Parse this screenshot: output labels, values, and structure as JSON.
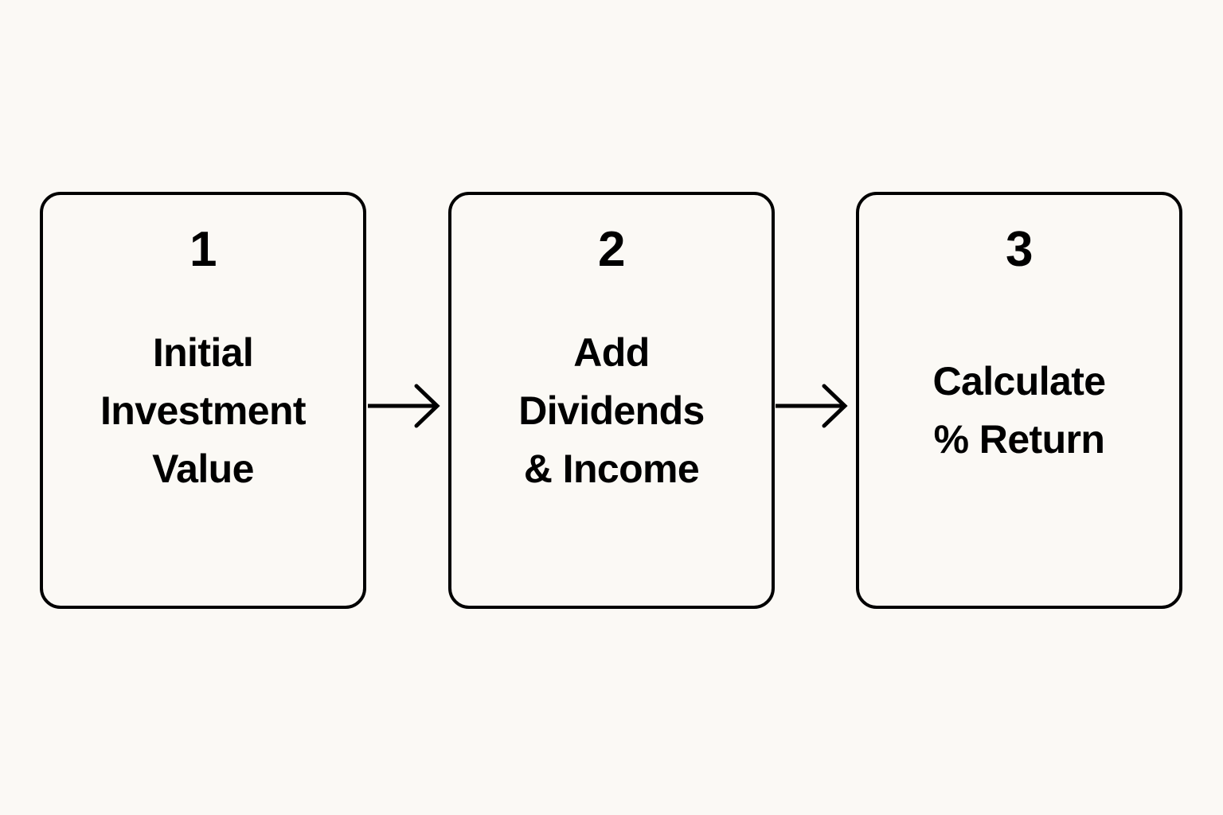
{
  "diagram": {
    "type": "horizontal-flowchart",
    "title": "",
    "background_color": "#FBF9F5",
    "stroke_color": "#000000",
    "text_color": "#000000",
    "steps": [
      {
        "number": "1",
        "label": "Initial\nInvestment\nValue",
        "label_lines": [
          "Initial",
          "Investment",
          "Value"
        ]
      },
      {
        "number": "2",
        "label": "Add\nDividends\n& Income",
        "label_lines": [
          "Add",
          "Dividends",
          "& Income"
        ]
      },
      {
        "number": "3",
        "label": "Calculate\n% Return",
        "label_lines": [
          "Calculate",
          "% Return"
        ]
      }
    ],
    "connectors": [
      {
        "from": "1",
        "to": "2",
        "style": "arrow-right"
      },
      {
        "from": "2",
        "to": "3",
        "style": "arrow-right"
      }
    ]
  }
}
